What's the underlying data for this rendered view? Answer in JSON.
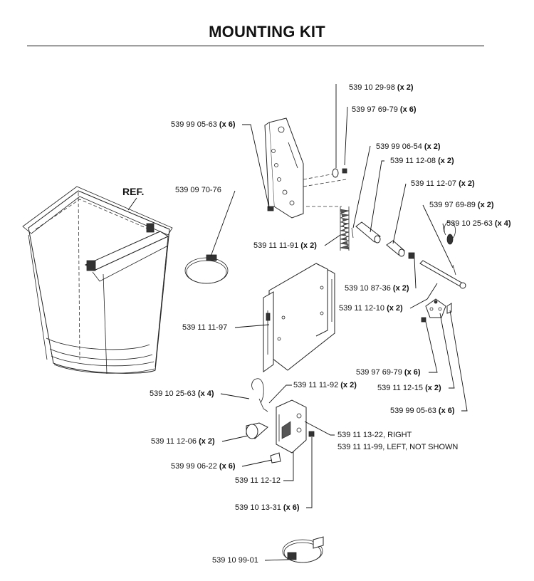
{
  "title": "MOUNTING KIT",
  "ref_label": "REF.",
  "callouts": [
    {
      "id": "c01",
      "part": "539 10 29-98",
      "qty": "(x 2)"
    },
    {
      "id": "c02",
      "part": "539 97 69-79",
      "qty": "(x 6)"
    },
    {
      "id": "c03",
      "part": "539 99 05-63",
      "qty": "(x 6)"
    },
    {
      "id": "c04",
      "part": "539 99 06-54",
      "qty": "(x 2)"
    },
    {
      "id": "c05",
      "part": "539 11 12-08",
      "qty": "(x 2)"
    },
    {
      "id": "c06",
      "part": "539 09 70-76",
      "qty": ""
    },
    {
      "id": "c07",
      "part": "539 11 12-07",
      "qty": "(x 2)"
    },
    {
      "id": "c08",
      "part": "539 97 69-89",
      "qty": "(x 2)"
    },
    {
      "id": "c09",
      "part": "539 10 25-63",
      "qty": "(x 4)"
    },
    {
      "id": "c10",
      "part": "539 11 11-91",
      "qty": "(x 2)"
    },
    {
      "id": "c11",
      "part": "539 10 87-36",
      "qty": "(x 2)"
    },
    {
      "id": "c12",
      "part": "539 11 12-10",
      "qty": "(x 2)"
    },
    {
      "id": "c13",
      "part": "539 11 11-97",
      "qty": ""
    },
    {
      "id": "c14",
      "part": "539 97 69-79",
      "qty": "(x 6)"
    },
    {
      "id": "c15",
      "part": "539 11 12-15",
      "qty": "(x 2)"
    },
    {
      "id": "c16",
      "part": "539 11 11-92",
      "qty": "(x 2)"
    },
    {
      "id": "c17",
      "part": "539 10 25-63",
      "qty": "(x 4)"
    },
    {
      "id": "c18",
      "part": "539 99 05-63",
      "qty": "(x 6)"
    },
    {
      "id": "c19",
      "part": "539 11 13-22, RIGHT",
      "qty": ""
    },
    {
      "id": "c19b",
      "part": "539 11 11-99, LEFT, NOT SHOWN",
      "qty": ""
    },
    {
      "id": "c20",
      "part": "539 11 12-06",
      "qty": "(x 2)"
    },
    {
      "id": "c21",
      "part": "539 99 06-22",
      "qty": "(x 6)"
    },
    {
      "id": "c22",
      "part": "539 11 12-12",
      "qty": ""
    },
    {
      "id": "c23",
      "part": "539 10 13-31",
      "qty": "(x 6)"
    },
    {
      "id": "c24",
      "part": "539 10 99-01",
      "qty": ""
    }
  ]
}
